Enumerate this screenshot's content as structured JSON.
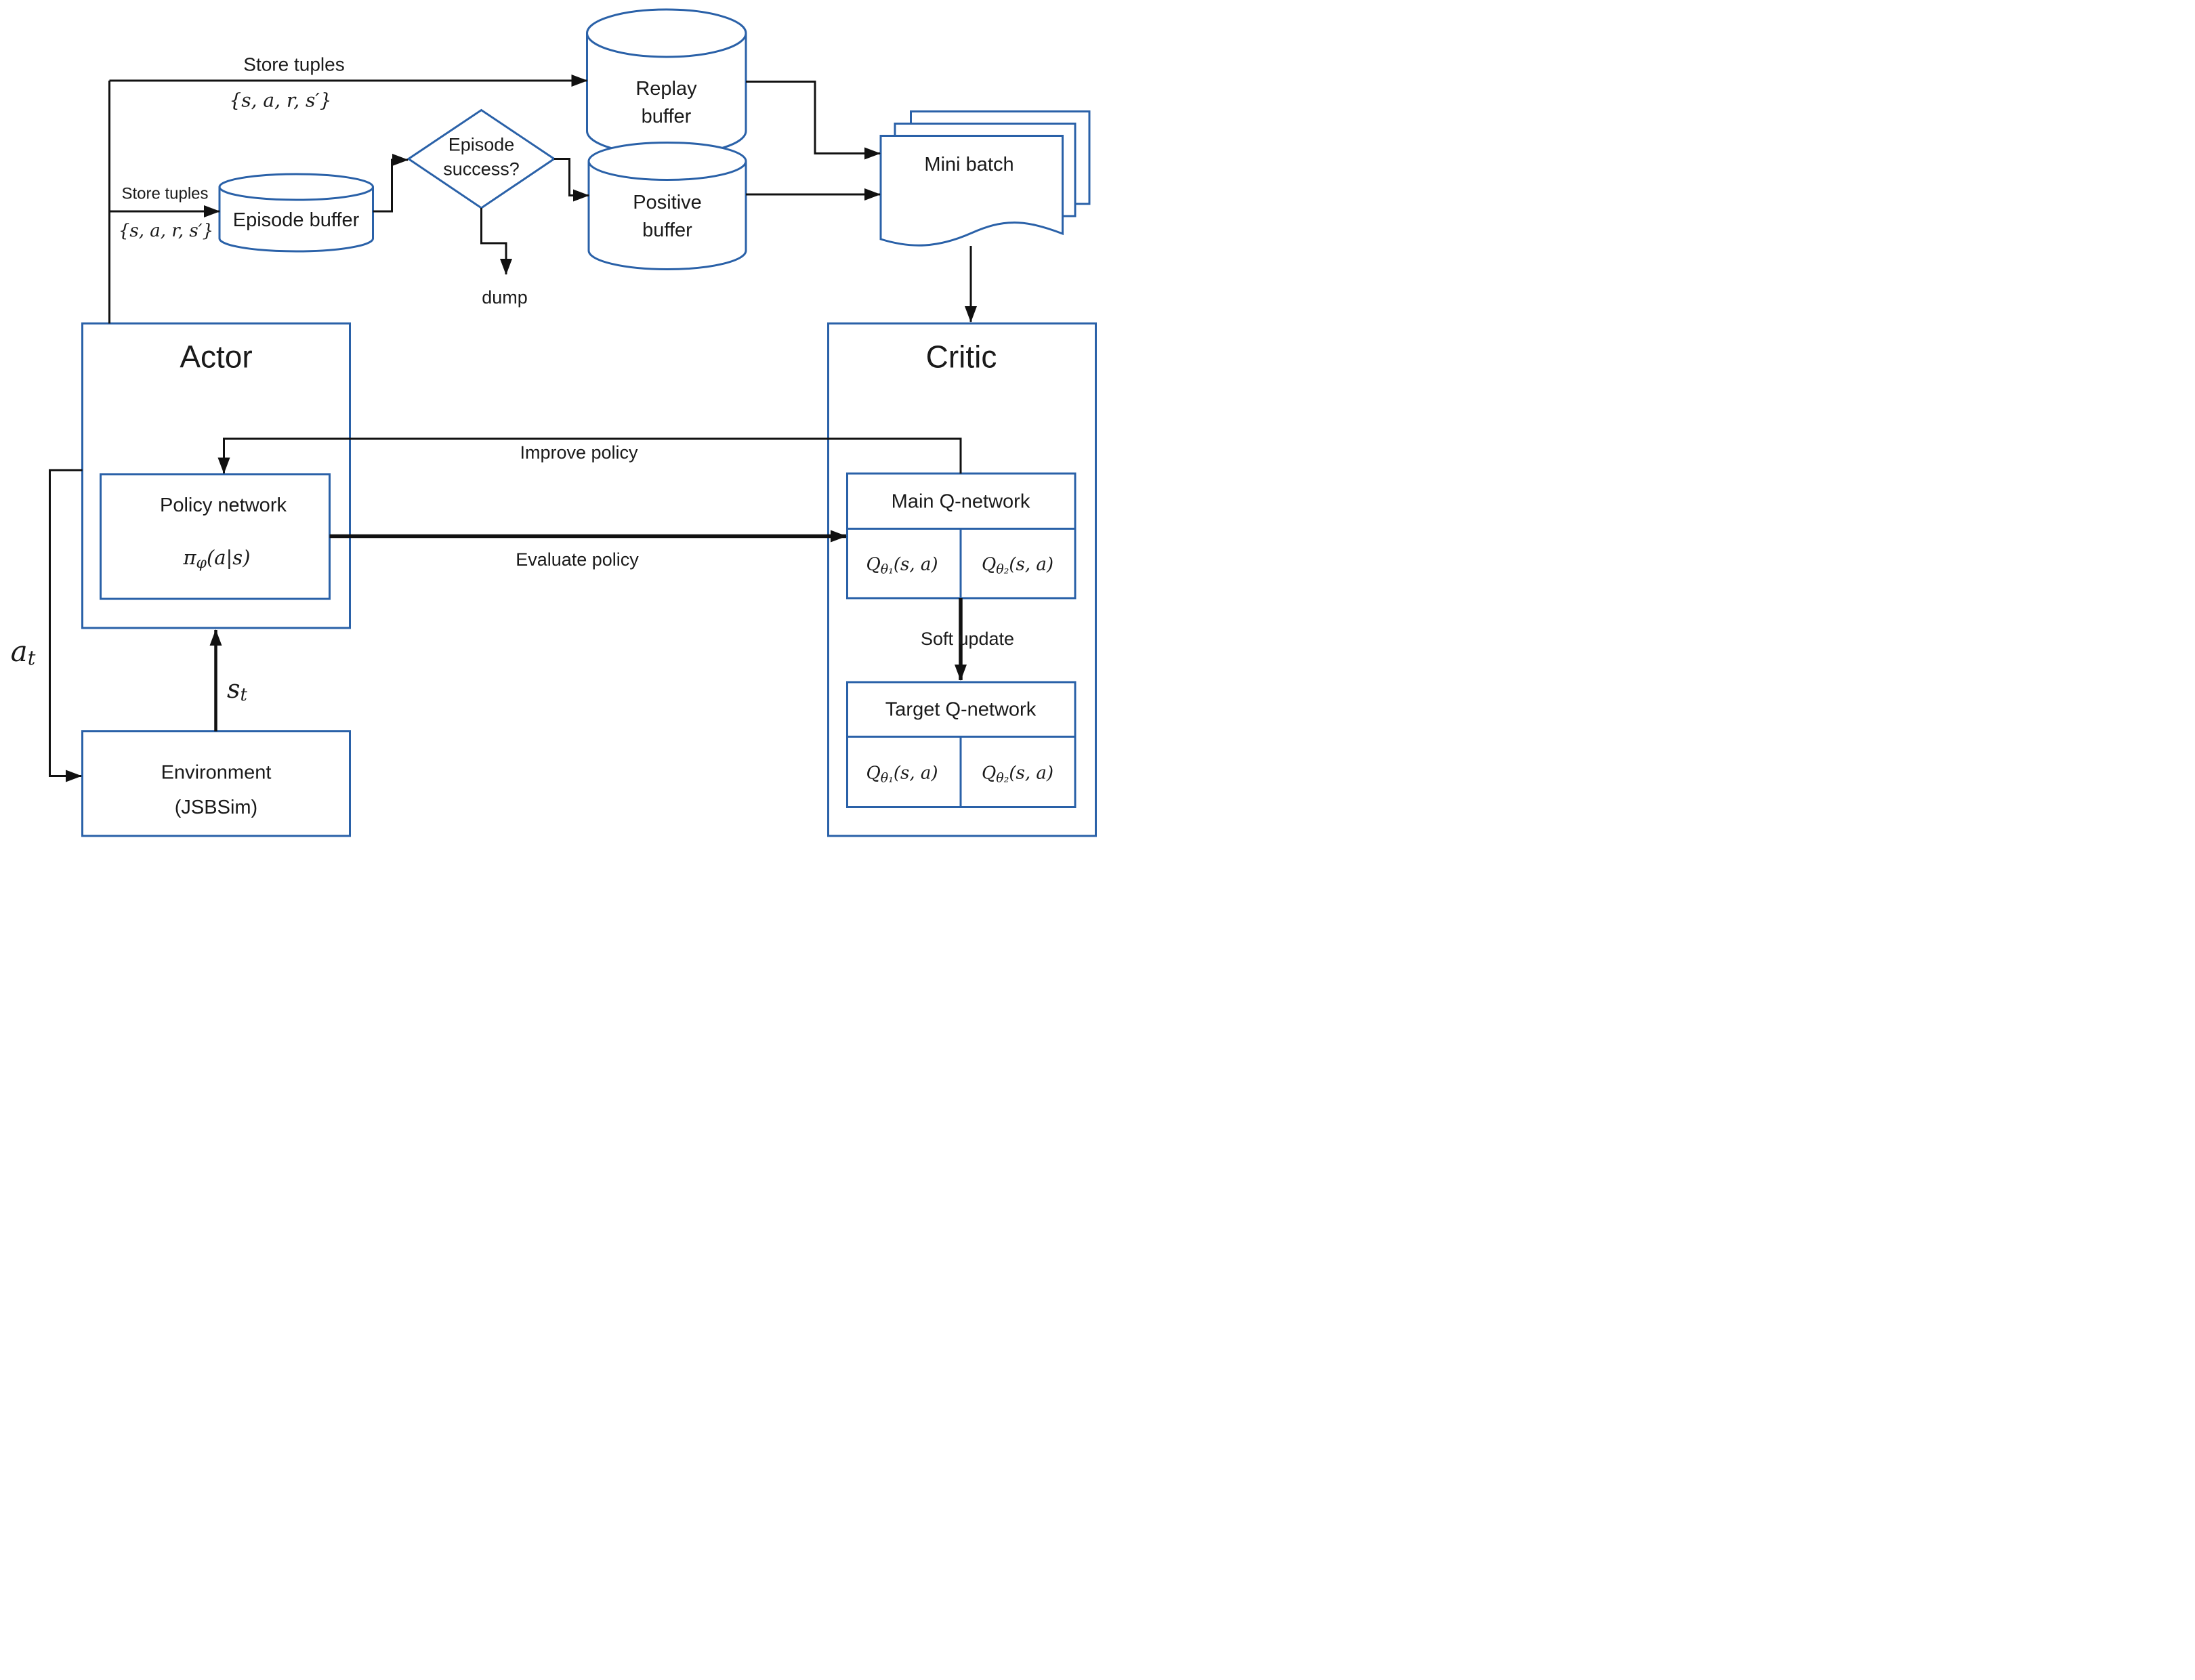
{
  "colors": {
    "box_stroke": "#2a61a8",
    "line": "#111111",
    "text": "#1a1a1a",
    "bg": "#ffffff"
  },
  "pipeline": {
    "store_tuples_top": {
      "label": "Store tuples",
      "tuple": "{s, a, r, s′}"
    },
    "store_tuples_left": {
      "label": "Store tuples",
      "tuple": "{s, a, r, s′}"
    },
    "episode_buffer": {
      "label": "Episode buffer"
    },
    "decision": {
      "line1": "Episode",
      "line2": "success?"
    },
    "dump": "dump",
    "replay_buffer": {
      "line1": "Replay",
      "line2": "buffer"
    },
    "positive_buffer": {
      "line1": "Positive",
      "line2": "buffer"
    },
    "mini_batch": {
      "label": "Mini batch"
    }
  },
  "actor": {
    "title": "Actor",
    "policy_network": {
      "title": "Policy network",
      "formula": {
        "base": "π",
        "sub": "φ",
        "args": "(a|s)"
      }
    }
  },
  "critic": {
    "title": "Critic",
    "main_q_network": {
      "title": "Main Q-network",
      "q1": {
        "base": "Q",
        "sub": "θ₁",
        "args": "(s, a)"
      },
      "q2": {
        "base": "Q",
        "sub": "θ₂",
        "args": "(s, a)"
      }
    },
    "soft_update": "Soft update",
    "target_q_network": {
      "title": "Target Q-network",
      "q1": {
        "base": "Q",
        "sub": "θ₁",
        "args": "(s, a)"
      },
      "q2": {
        "base": "Q",
        "sub": "θ₂",
        "args": "(s, a)"
      }
    }
  },
  "environment": {
    "line1": "Environment",
    "line2": "(JSBSim)"
  },
  "signals": {
    "improve_policy": "Improve policy",
    "evaluate_policy": "Evaluate policy",
    "action": {
      "base": "a",
      "sub": "t"
    },
    "state": {
      "base": "s",
      "sub": "t"
    }
  }
}
